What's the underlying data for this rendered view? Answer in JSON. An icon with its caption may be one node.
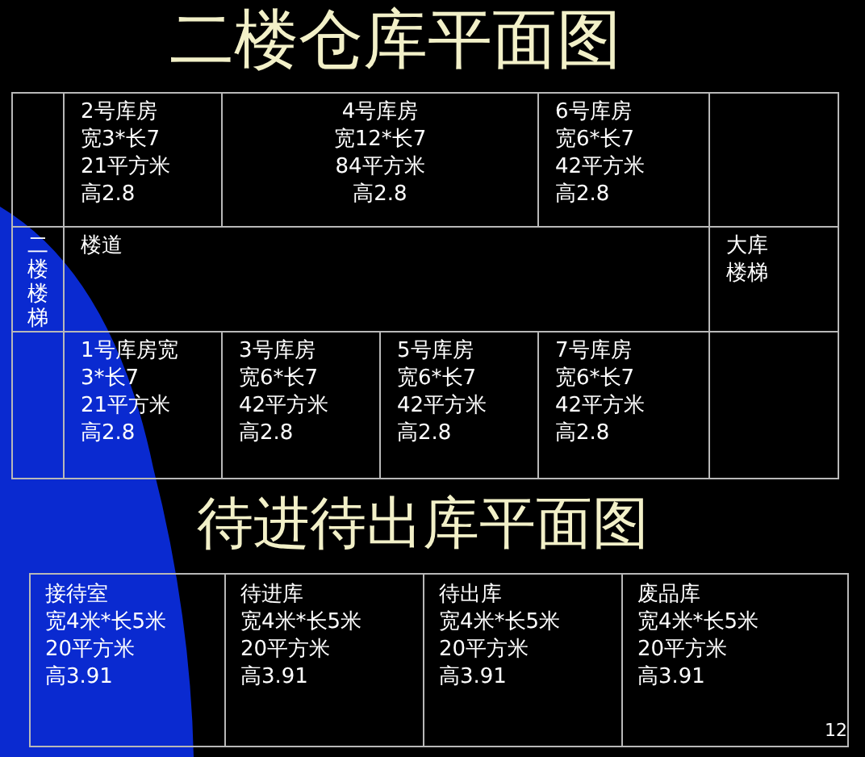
{
  "diagram": {
    "title": "二楼仓库平面图",
    "nodes": [
      {
        "text": [],
        "shape": "box"
      },
      {
        "text": [
          "2号库房",
          "宽3*长7",
          "21平方米",
          "高2.8"
        ]
      },
      {
        "text": [
          "4号库房",
          "宽12*长7",
          "84平方米",
          "高2.8"
        ]
      },
      {
        "text": [
          "6号库房",
          "宽6*长7",
          "42平方米",
          "高2.8"
        ]
      },
      {
        "text": [],
        "shape": "box"
      },
      {
        "text": [
          "二楼楼梯"
        ]
      },
      {
        "text": [
          "楼道"
        ]
      },
      {
        "text": [
          "大库楼梯"
        ]
      },
      {
        "text": [],
        "shape": "box"
      },
      {
        "text": [
          "1号库房宽3*长7",
          "21平方米",
          "高2.8"
        ]
      },
      {
        "text": [
          "3号库房",
          "宽6*长7",
          "42平方米",
          "高2.8"
        ]
      },
      {
        "text": [
          "5号库房",
          "宽6*长7",
          "42平方米",
          "高2.8"
        ]
      },
      {
        "text": [
          "7号库房",
          "宽6*长7",
          "42平方米",
          "高2.8"
        ]
      },
      {
        "text": [],
        "shape": "box"
      },
      {
        "text": [
          "接待室",
          "宽4米*长5米",
          "20平方米",
          "高3.91"
        ]
      },
      {
        "text": [
          "待进库",
          "宽4米*长5米",
          "20平方米",
          "高3.91"
        ]
      },
      {
        "text": [
          "待出库",
          "宽4米*长5米",
          "20平方米",
          "高3.91"
        ]
      },
      {
        "text": [
          "废品库",
          "宽4米*长5米",
          "20平方米",
          "高3.91"
        ]
      }
    ],
    "labels": [
      "待进待出库平面图",
      "12"
    ]
  }
}
